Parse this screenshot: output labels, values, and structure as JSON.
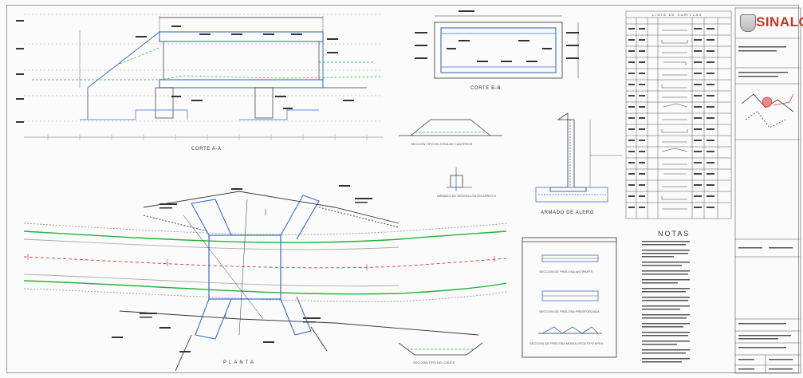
{
  "labels": {
    "section_aa": "CORTE A-A",
    "section_bb": "CORTE B-B",
    "plan": "PLANTA",
    "wingwall_reinforcement": "ARMADO DE ALERO",
    "toe_wall_reinforcement": "ARMADO DE DENTELLON EN ARROYO",
    "channel_section": "SECCION TIPO EN ZONA DE CANTEROS",
    "slab_section_1": "SECCION DE PRELOSA ANTIPARTE",
    "slab_section_2": "SECCION DE PRELOSA PRESFORZADA",
    "slab_section_3": "SECCION DE PRELOSA MONOLITICA TIPO APEX",
    "channel_type_section": "SECCION TIPO DEL CAUCE",
    "notes_title": "NOTAS",
    "rebar_table_title": "LISTA DE VARILLAS"
  },
  "title_block": {
    "brand": "SINALOA"
  },
  "colors": {
    "drawing_line": "#333333",
    "blue_line": "#3a6fc4",
    "green_line": "#21b33a",
    "red_line": "#d63a3a",
    "brand_red": "#c0392b"
  }
}
